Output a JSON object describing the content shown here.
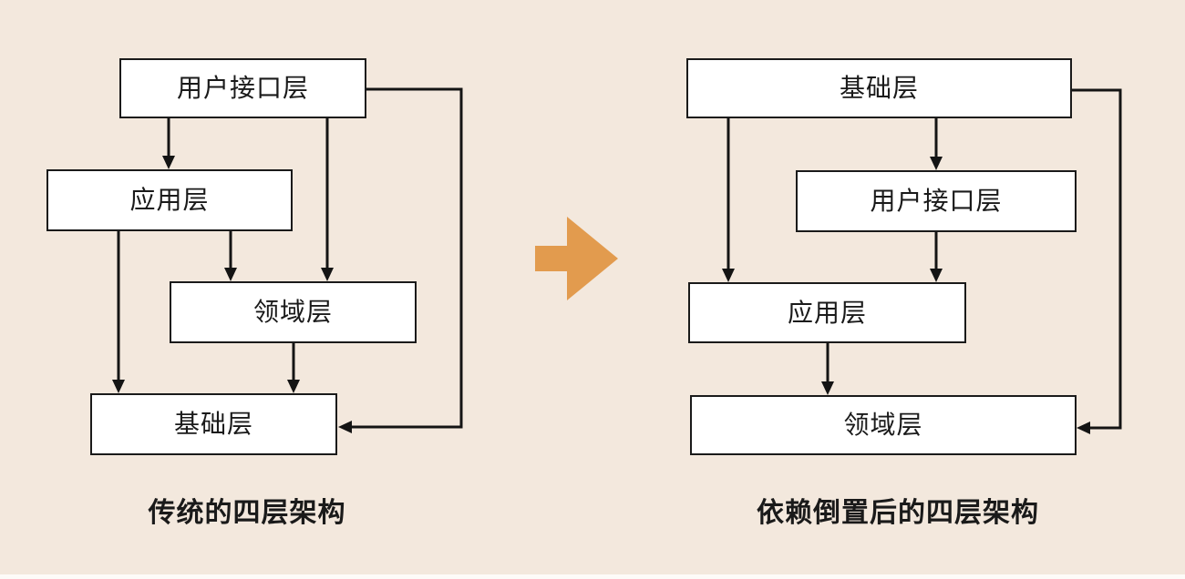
{
  "colors": {
    "background_color": "#F3E8DD",
    "accent_color": "#E29B4E",
    "line_color": "#141414",
    "box_fill": "#FFFFFF",
    "box_border": "#1A1A1A",
    "text_color": "#1A1A1A"
  },
  "left_diagram": {
    "caption": "传统的四层架构",
    "boxes": [
      {
        "label": "用户接口层"
      },
      {
        "label": "应用层"
      },
      {
        "label": "领域层"
      },
      {
        "label": "基础层"
      }
    ],
    "edges": [
      "用户接口层 → 应用层",
      "用户接口层 → 领域层",
      "用户接口层 → 基础层",
      "应用层 → 领域层",
      "应用层 → 基础层",
      "领域层 → 基础层"
    ]
  },
  "right_diagram": {
    "caption": "依赖倒置后的四层架构",
    "boxes": [
      {
        "label": "基础层"
      },
      {
        "label": "用户接口层"
      },
      {
        "label": "应用层"
      },
      {
        "label": "领域层"
      }
    ],
    "edges": [
      "基础层 → 用户接口层",
      "基础层 → 应用层",
      "基础层 → 领域层",
      "用户接口层 → 应用层",
      "应用层 → 领域层"
    ]
  },
  "transform_arrow": {
    "icon": "right-arrow"
  }
}
